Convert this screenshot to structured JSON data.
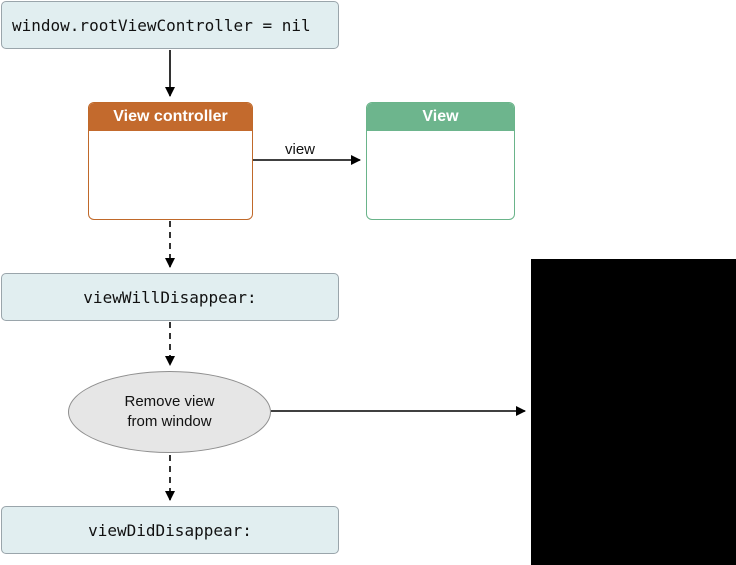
{
  "top_box": {
    "code": "window.rootViewController = nil"
  },
  "view_controller": {
    "title": "View controller",
    "header_color": "#c36a2d"
  },
  "view": {
    "title": "View",
    "header_color": "#6db58d"
  },
  "view_arrow_label": "view",
  "will_disappear": {
    "code": "viewWillDisappear:"
  },
  "remove_view": {
    "line1": "Remove view",
    "line2": "from window"
  },
  "did_disappear": {
    "code": "viewDidDisappear:"
  },
  "colors": {
    "code_box_bg": "#e1eef0",
    "ellipse_bg": "#e6e6e6",
    "panel": "#000000"
  }
}
